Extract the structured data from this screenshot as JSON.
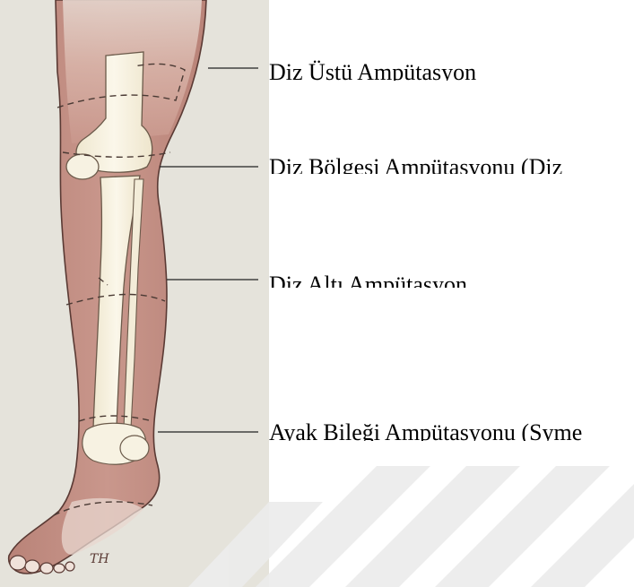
{
  "labels": [
    "Diz Üstü Ampütasyon",
    "Diz Bölgesi Ampütasyonu (Diz",
    "Diz Altı Ampütasyon",
    "Ayak Bileği Ampütasyonu (Syme"
  ],
  "signature": "TH",
  "colors": {
    "skin": "#c9978c",
    "skin_light": "#e6c7bd",
    "bone": "#f6f1e0",
    "paper": "#e9e7df",
    "watermark": "#ececec"
  }
}
